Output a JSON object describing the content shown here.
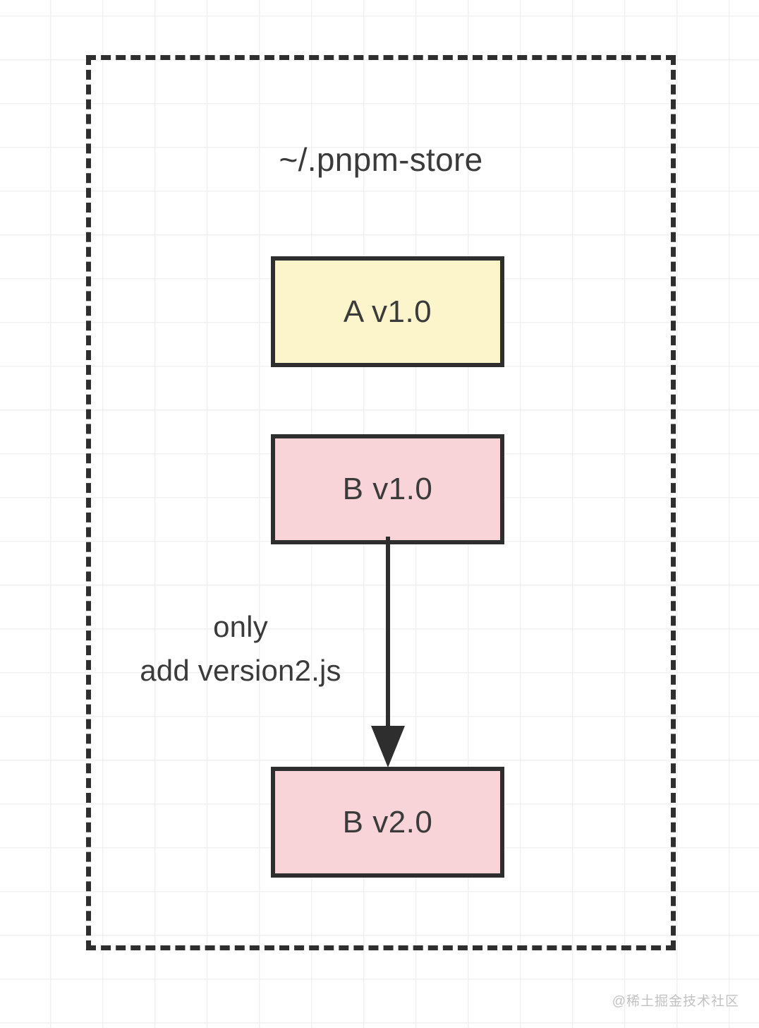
{
  "diagram": {
    "title": "~/.pnpm-store",
    "container_style": "dashed-border",
    "colors": {
      "border": "#2e2e2e",
      "text": "#3b3b3b",
      "box_yellow": "#fcf5cc",
      "box_pink": "#f8d3d8",
      "grid": "#f1f1f1",
      "background": "#ffffff",
      "watermark": "#c2c2c2"
    },
    "nodes": [
      {
        "id": "a-v1",
        "label": "A v1.0",
        "fill": "#fcf5cc"
      },
      {
        "id": "b-v1",
        "label": "B v1.0",
        "fill": "#f8d3d8"
      },
      {
        "id": "b-v2",
        "label": "B v2.0",
        "fill": "#f8d3d8"
      }
    ],
    "edges": [
      {
        "id": "b-v1-to-b-v2",
        "from": "b-v1",
        "to": "b-v2",
        "direction": "down",
        "arrowhead": "filled-triangle",
        "label_lines": [
          "only",
          "add version2.js"
        ]
      }
    ]
  },
  "watermark": {
    "text": "@稀土掘金技术社区"
  }
}
